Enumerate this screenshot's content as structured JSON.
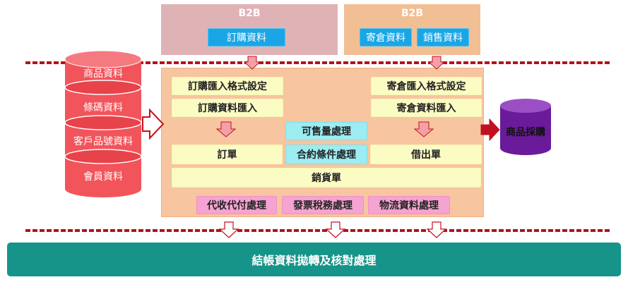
{
  "top_left_panel": {
    "title": "B2B",
    "buttons": [
      "訂購資料"
    ]
  },
  "top_right_panel": {
    "title": "B2B",
    "buttons": [
      "寄倉資料",
      "銷售資料"
    ]
  },
  "data_cylinder": {
    "segments": [
      "商品資料",
      "條碼資料",
      "客戶品號資料",
      "會員資料"
    ]
  },
  "output_cylinder": {
    "label": "商品採購"
  },
  "main_panel": {
    "left_column": [
      "訂購匯入格式設定",
      "訂購資料匯入"
    ],
    "right_column": [
      "寄倉匯入格式設定",
      "寄倉資料匯入"
    ],
    "middle": [
      "可售量處理",
      "合約條件處理"
    ],
    "order": "訂單",
    "loan": "借出單",
    "sales": "銷貨單",
    "pink_boxes": [
      "代收代付處理",
      "發票稅務處理",
      "物流資料處理"
    ]
  },
  "bottom_bar": {
    "label": "結帳資料拋轉及核對處理"
  },
  "colors": {
    "dashed_line": "#b3131b",
    "blue_button": "#1aa6e6",
    "yellow_box": "#fbfbc4",
    "cyan_box": "#9cecf2",
    "pink_box": "#f5a3d1",
    "bottom_bar": "#16948a",
    "cylinder_red": "#f2545b",
    "cylinder_purple": "#6a1b9a",
    "arrow_fill": "#f4a0a8",
    "arrow_stroke": "#c0121e"
  }
}
